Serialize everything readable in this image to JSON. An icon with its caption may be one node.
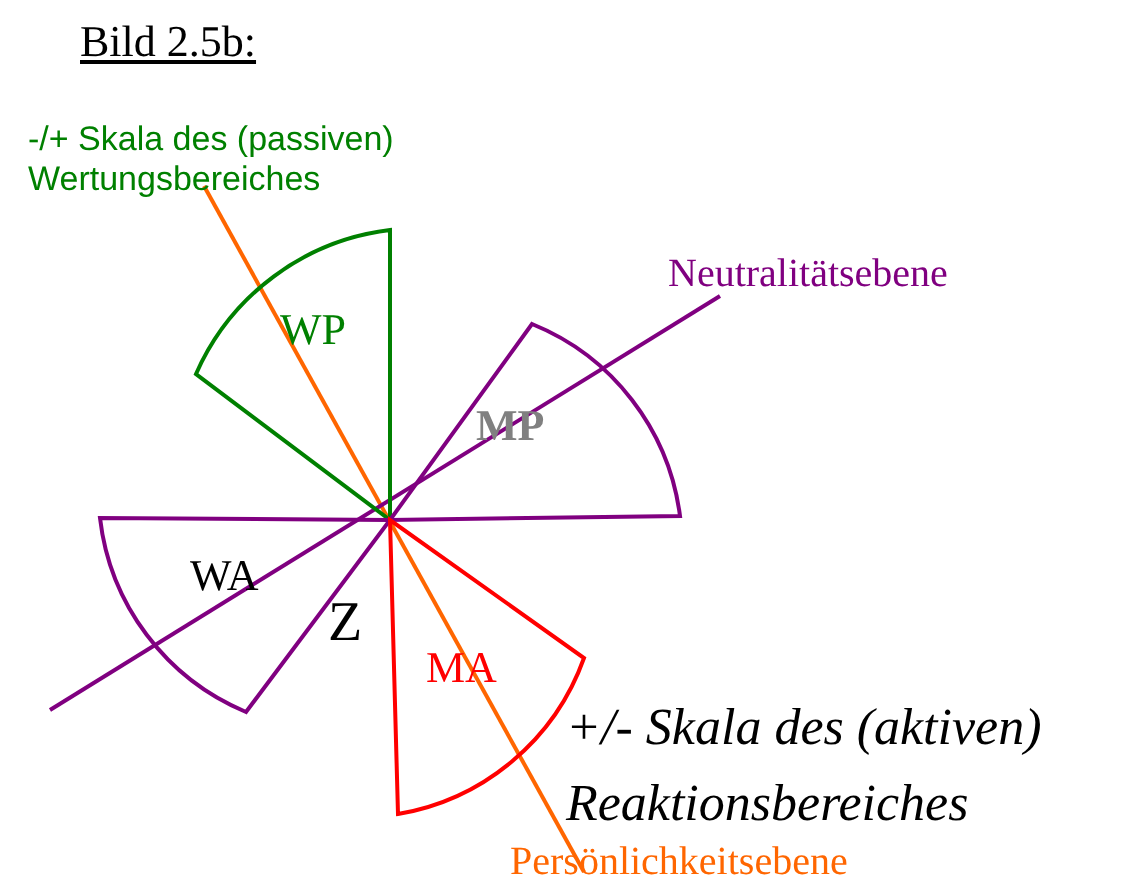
{
  "diagram": {
    "title": "Bild 2.5b:",
    "nodes": [
      {
        "text": [
          "WP"
        ]
      },
      {
        "text": [
          "MP"
        ]
      },
      {
        "text": [
          "WA"
        ]
      },
      {
        "text": [
          "MA"
        ]
      }
    ],
    "labels": [
      "-/+ Skala des (passiven) Wertungsbereiches",
      "Neutralitätsebene",
      "Z",
      "+/- Skala des (aktiven) Reaktionsbereiches",
      "Persönlichkeitsebene"
    ]
  }
}
